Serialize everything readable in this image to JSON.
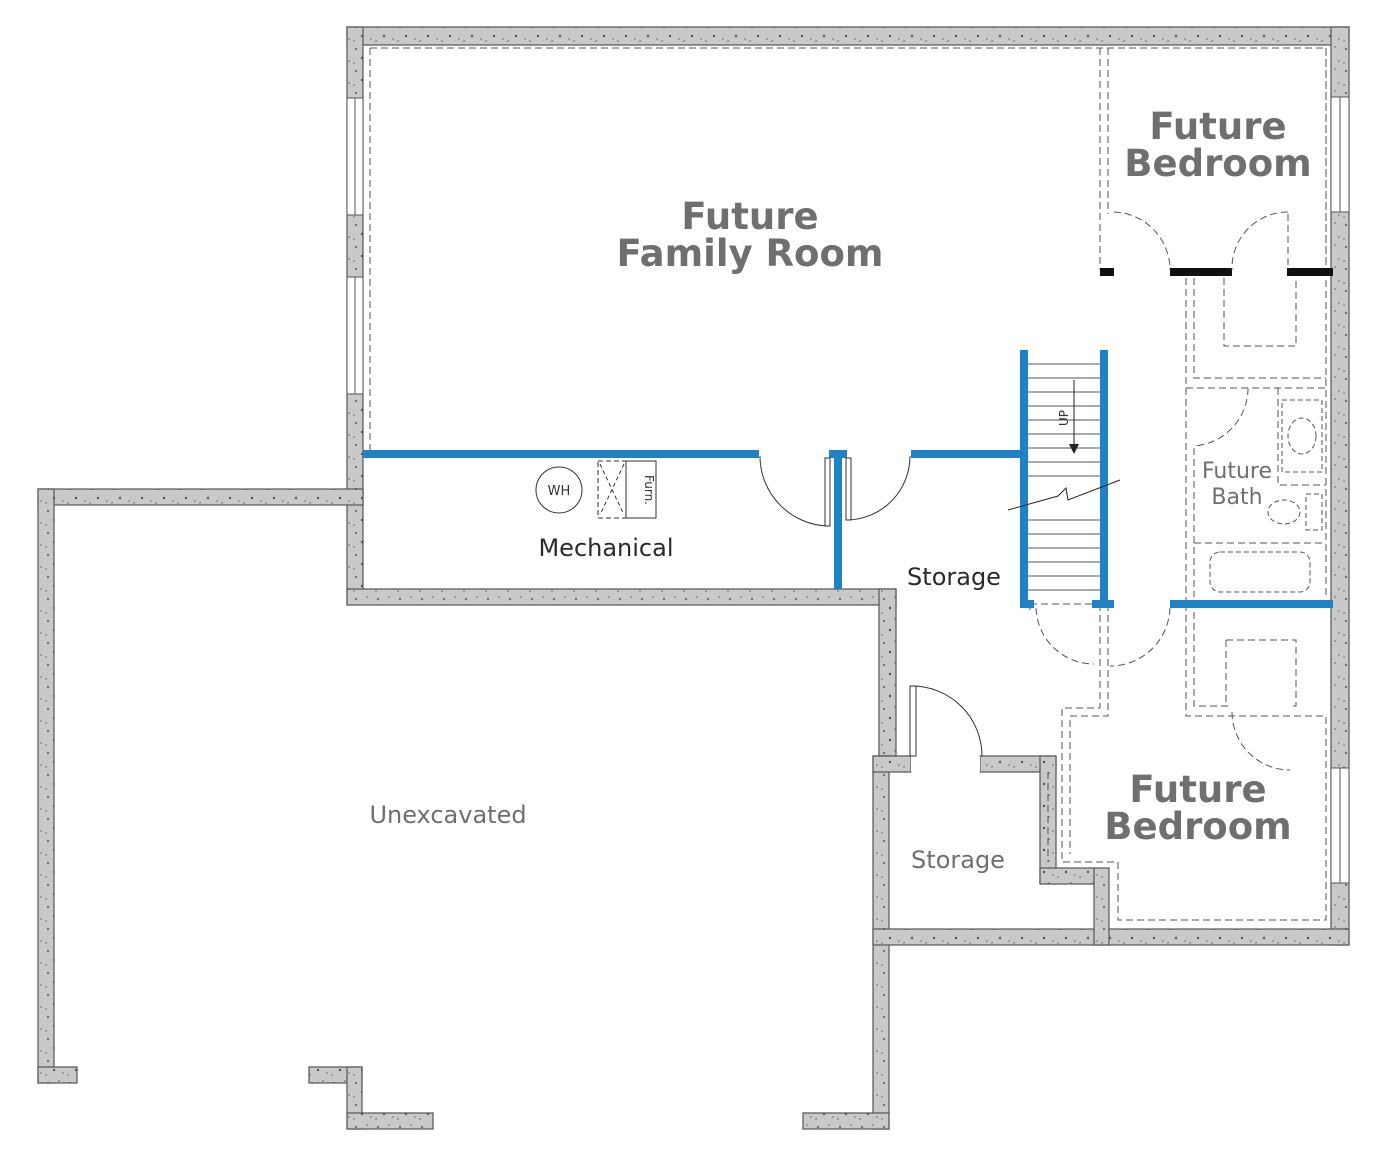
{
  "rooms": {
    "family_room": {
      "line1": "Future",
      "line2": "Family Room"
    },
    "bedroom_top": {
      "line1": "Future",
      "line2": "Bedroom"
    },
    "bedroom_bottom": {
      "line1": "Future",
      "line2": "Bedroom"
    },
    "bath": {
      "line1": "Future",
      "line2": "Bath"
    },
    "mechanical": "Mechanical",
    "storage_center": "Storage",
    "storage_lower": "Storage",
    "unexcavated": "Unexcavated"
  },
  "fixtures": {
    "water_heater": "WH",
    "furnace": "Furn.",
    "stair_direction": "UP"
  },
  "colors": {
    "foundation_fill": "#c9c9c9",
    "foundation_edge": "#555555",
    "new_wall": "#1f82c4",
    "bearing_wall": "#111111",
    "dashed_line": "#555555",
    "label_gray": "#6f6f6f"
  }
}
